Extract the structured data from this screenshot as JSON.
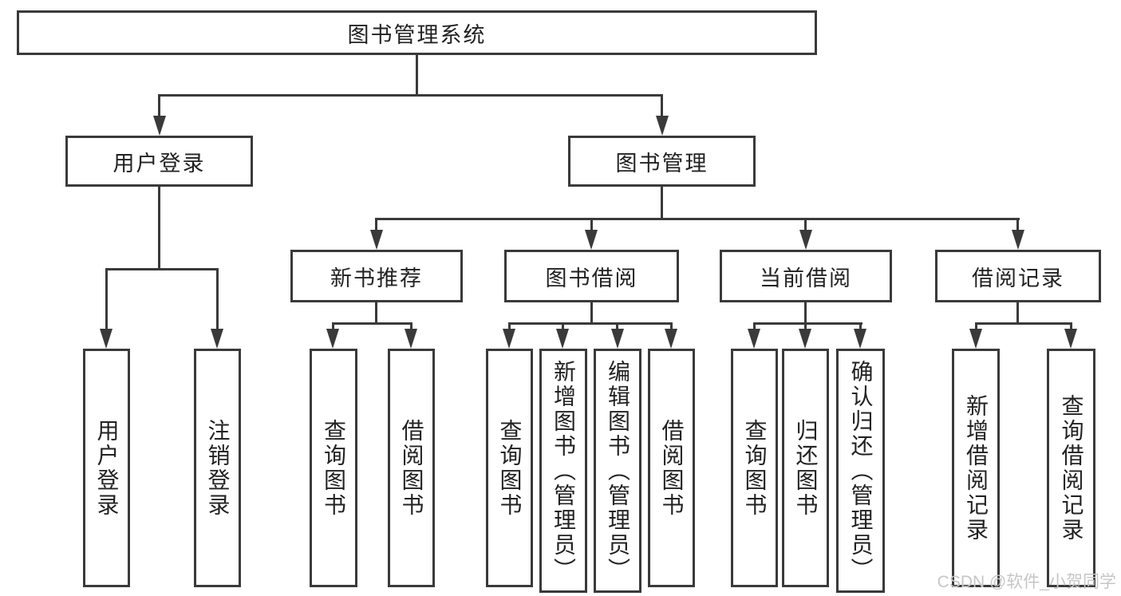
{
  "colors": {
    "line": "#3a3a3a",
    "text": "#222222",
    "watermark": "#c6c6c6",
    "background": "#ffffff"
  },
  "diagram": {
    "root": "图书管理系统",
    "level2": [
      "用户登录",
      "图书管理"
    ],
    "level3": [
      "新书推荐",
      "图书借阅",
      "当前借阅",
      "借阅记录"
    ],
    "leaves": {
      "user_login": [
        "用户登录",
        "注销登录"
      ],
      "new_book_rec": [
        "查询图书",
        "借阅图书"
      ],
      "book_borrow": [
        "查询图书",
        "新增图书（管理员）",
        "编辑图书（管理员）",
        "借阅图书"
      ],
      "current_borrow": [
        "查询图书",
        "归还图书",
        "确认归还（管理员）"
      ],
      "borrow_record": [
        "新增借阅记录",
        "查询借阅记录"
      ]
    }
  },
  "watermark": "CSDN @软件_小贺同学"
}
